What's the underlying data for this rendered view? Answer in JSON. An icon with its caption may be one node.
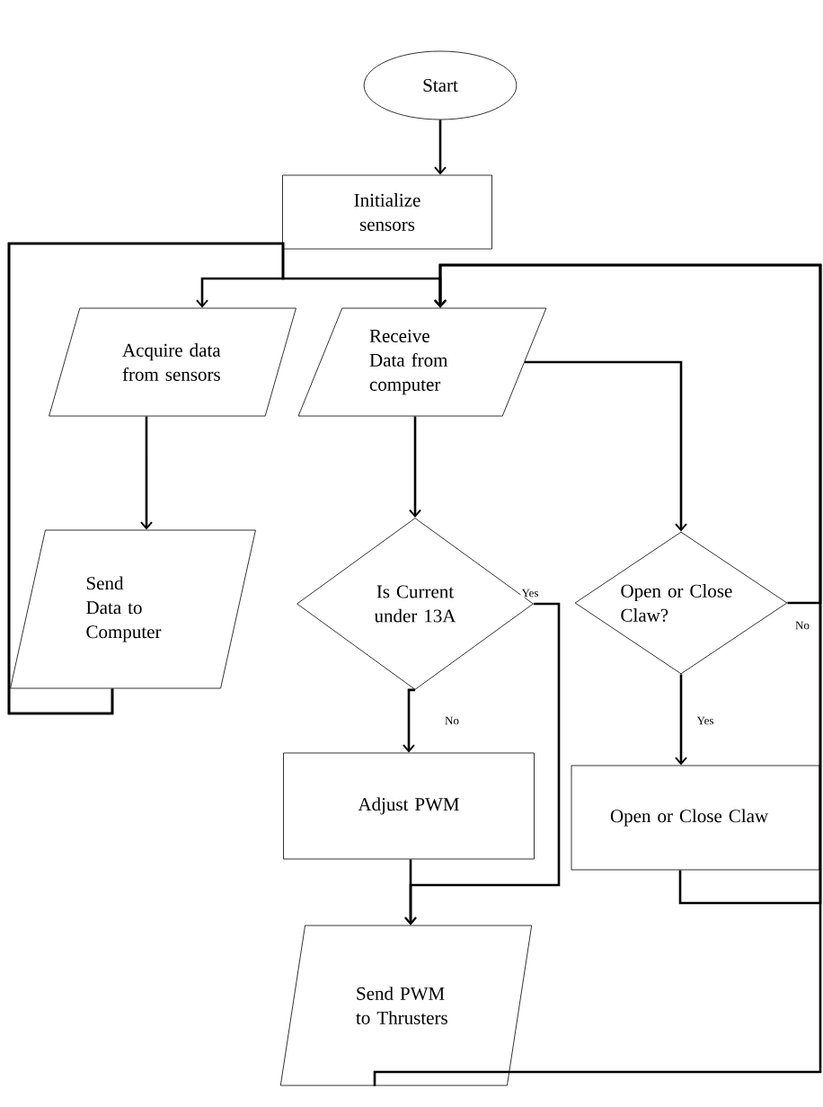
{
  "diagram": {
    "nodes": [
      {
        "text": [
          "Start"
        ]
      },
      {
        "text": [
          "Initialize sensors"
        ]
      },
      {
        "text": [
          "Acquire data from sensors"
        ]
      },
      {
        "text": [
          "Receive Data from computer"
        ]
      },
      {
        "text": [
          "Send Data to Computer"
        ]
      },
      {
        "text": [
          "Is Current under 13A"
        ]
      },
      {
        "text": [
          "Open or Close Claw?"
        ]
      },
      {
        "text": [
          "Adjust PWM"
        ]
      },
      {
        "text": [
          "Open or Close Claw"
        ]
      },
      {
        "text": [
          "Send PWM to Thrusters"
        ]
      }
    ],
    "edges": [
      {
        "from": 0,
        "to": 1,
        "arrow": "to"
      },
      {
        "from": 2,
        "to": 4,
        "arrow": "to"
      },
      {
        "from": 4,
        "to": 2,
        "arrow": "to"
      },
      {
        "from": 4,
        "to": 3,
        "arrow": "to"
      },
      {
        "from": 3,
        "to": 5,
        "arrow": "to"
      },
      {
        "from": 3,
        "to": 6,
        "arrow": "to"
      },
      {
        "from": 5,
        "to": 7,
        "arrow": "to",
        "label": "No"
      },
      {
        "from": 5,
        "to": 9,
        "arrow": "to",
        "label": "Yes"
      },
      {
        "from": 7,
        "to": 9,
        "arrow": "to"
      },
      {
        "from": 6,
        "to": 8,
        "arrow": "to",
        "label": "Yes"
      },
      {
        "from": 6,
        "to": 3,
        "arrow": "to",
        "label": "No"
      },
      {
        "from": 8,
        "to": 3,
        "arrow": "to"
      },
      {
        "from": 9,
        "to": 3,
        "arrow": "to"
      }
    ]
  }
}
